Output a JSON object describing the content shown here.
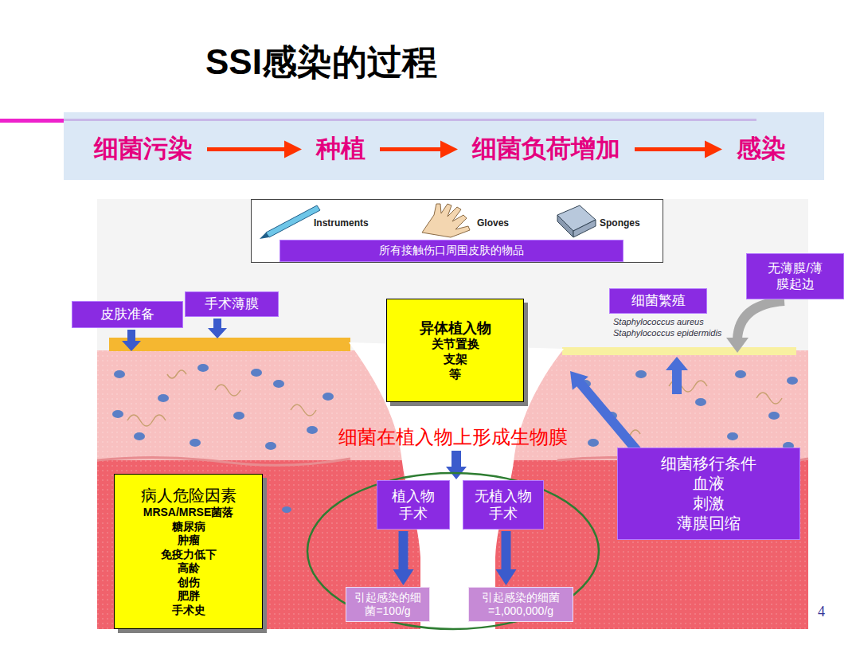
{
  "diagram": {
    "title": "SSI感染的过程",
    "nodes": [
      {
        "text": [
          "细菌污染"
        ]
      },
      {
        "text": [
          "种植"
        ]
      },
      {
        "text": [
          "细菌负荷增加"
        ]
      },
      {
        "text": [
          "感染"
        ]
      },
      {
        "text": [
          "Instruments",
          "Gloves",
          "Sponges"
        ]
      },
      {
        "text": [
          "所有接触伤口周围皮肤的物品"
        ],
        "in": 4
      },
      {
        "text": [
          "无薄膜/薄膜起边"
        ]
      },
      {
        "text": [
          "皮肤准备"
        ]
      },
      {
        "text": [
          "手术薄膜"
        ]
      },
      {
        "text": [
          "细菌繁殖"
        ]
      },
      {
        "text": [
          "异体植入物",
          "关节置换",
          "支架",
          "等"
        ]
      },
      {
        "text": [
          "植入物 手术"
        ]
      },
      {
        "text": [
          "无植入物 手术"
        ]
      },
      {
        "text": [
          "细菌移行条件",
          "血液",
          "刺激",
          "薄膜回缩"
        ]
      },
      {
        "text": [
          "病人危险因素",
          "MRSA/MRSE菌落",
          "糖尿病",
          "肿瘤",
          "免疫力低下",
          "高龄",
          "创伤",
          "肥胖",
          "手术史"
        ]
      },
      {
        "text": [
          "引起感染的细菌=100/g"
        ]
      },
      {
        "text": [
          "引起感染的细菌=1,000,000/g"
        ]
      }
    ],
    "edges": [
      {
        "from": 0,
        "to": 1,
        "arrow": "to"
      },
      {
        "from": 1,
        "to": 2,
        "arrow": "to"
      },
      {
        "from": 2,
        "to": 3,
        "arrow": "to"
      },
      {
        "from": 11,
        "to": 15,
        "arrow": "to"
      },
      {
        "from": 12,
        "to": 16,
        "arrow": "to"
      }
    ],
    "labels": [
      "细菌在植入物上形成生物膜",
      "Staphylococcus aureus",
      "Staphylococcus epidermidis",
      "4"
    ]
  }
}
